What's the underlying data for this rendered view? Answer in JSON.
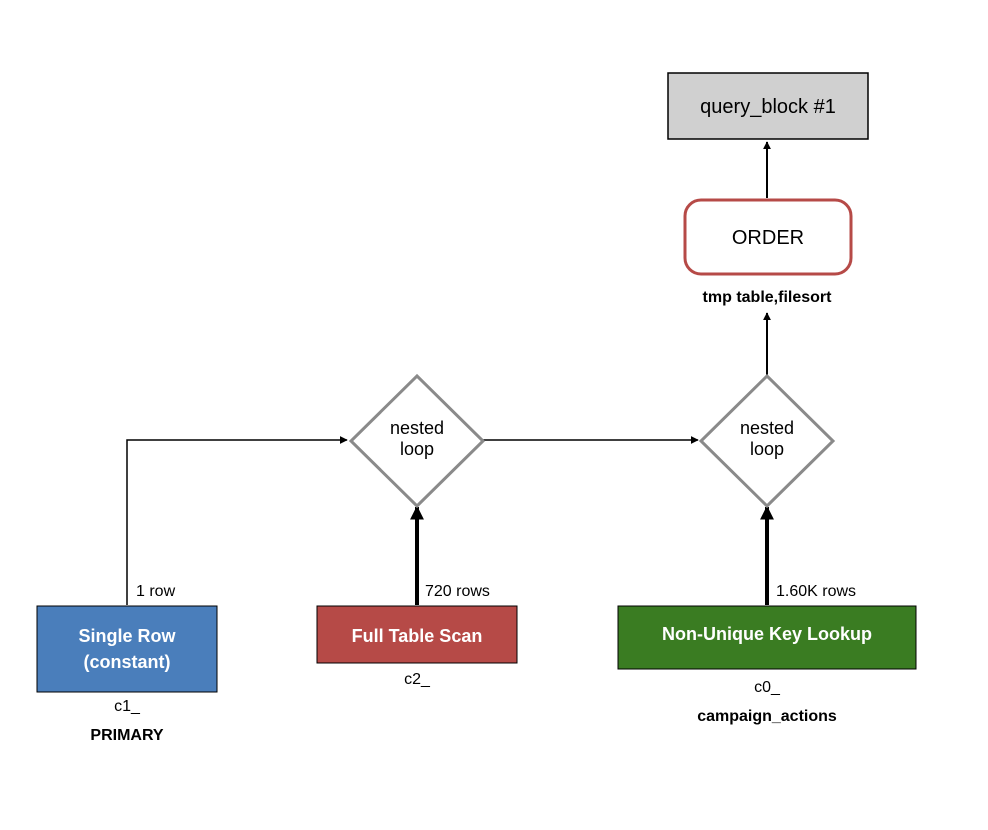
{
  "query_block": {
    "label": "query_block #1"
  },
  "order": {
    "label": "ORDER",
    "note": "tmp table,filesort"
  },
  "nested_loop_1": {
    "line1": "nested",
    "line2": "loop"
  },
  "nested_loop_2": {
    "line1": "nested",
    "line2": "loop"
  },
  "tables": [
    {
      "access_line1": "Single Row",
      "access_line2": "(constant)",
      "alias": "c1_",
      "key": "PRIMARY",
      "rows": "1 row",
      "color": "#4a7ebb"
    },
    {
      "access_line1": "Full Table Scan",
      "alias": "c2_",
      "rows": "720 rows",
      "color": "#b64a47"
    },
    {
      "access_line1": "Non-Unique Key Lookup",
      "alias": "c0_",
      "key": "campaign_actions",
      "rows": "1.60K rows",
      "color": "#3a7c22"
    }
  ],
  "colors": {
    "query_block_fill": "#d0d0d0",
    "order_border": "#b64a47",
    "diamond_border": "#8a8a8a",
    "edge": "#000000"
  }
}
